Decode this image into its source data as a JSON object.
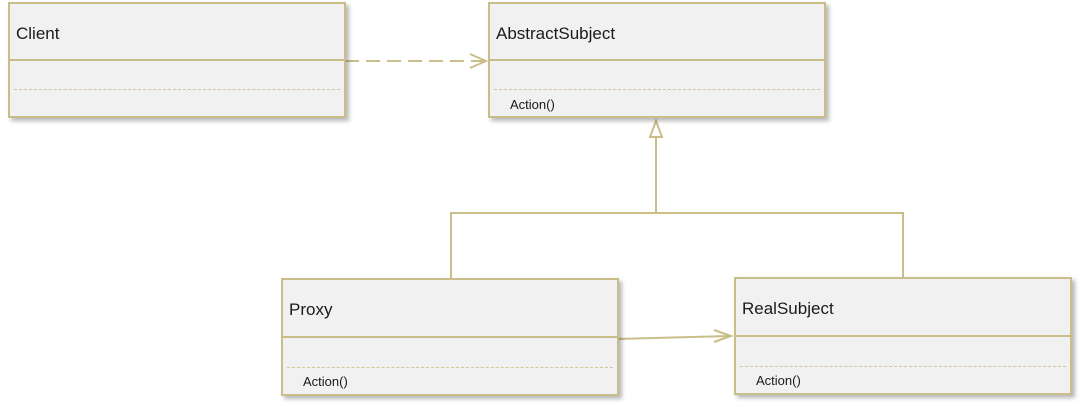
{
  "diagram": {
    "classes": {
      "client": {
        "name": "Client"
      },
      "abstract_subject": {
        "name": "AbstractSubject",
        "operation": "Action()"
      },
      "proxy": {
        "name": "Proxy",
        "operation": "Action()"
      },
      "real_subject": {
        "name": "RealSubject",
        "operation": "Action()"
      }
    },
    "relationships": [
      {
        "from": "Client",
        "to": "AbstractSubject",
        "kind": "dependency"
      },
      {
        "from": "Proxy",
        "to": "AbstractSubject",
        "kind": "generalization"
      },
      {
        "from": "RealSubject",
        "to": "AbstractSubject",
        "kind": "generalization"
      },
      {
        "from": "Proxy",
        "to": "RealSubject",
        "kind": "association"
      }
    ],
    "colors": {
      "line": "#c9be89",
      "box_fill": "#f1f1f1",
      "text": "#1a1a1a"
    }
  }
}
